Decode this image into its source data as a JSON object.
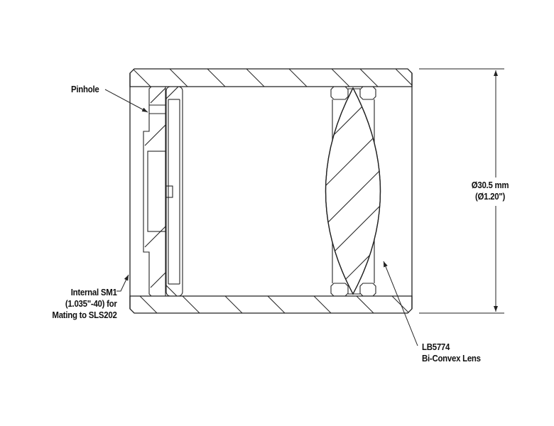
{
  "labels": {
    "pinhole": "Pinhole",
    "internal_thread": [
      "Internal SM1",
      "(1.035\"-40) for",
      "Mating to SLS202"
    ],
    "lens": [
      "LB5774",
      "Bi-Convex Lens"
    ],
    "diameter": [
      "Ø30.5 mm",
      "(Ø1.20\")"
    ]
  },
  "colors": {
    "line": "#222222",
    "background": "#ffffff"
  }
}
